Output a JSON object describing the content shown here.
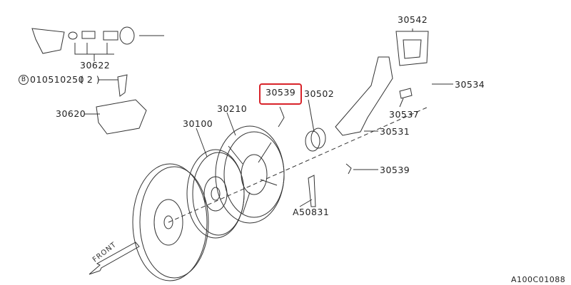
{
  "diagram": {
    "labels": {
      "boot": "30542",
      "pipe_kit": "30622",
      "bolt_prefix": "B",
      "bolt": "010510250",
      "bolt_qty": "( 2 )",
      "operating_cylinder": "30620",
      "spring_clip_top": "30539",
      "release_bearing": "30502",
      "pressure_plate": "30210",
      "clutch_disc": "30100",
      "spring": "30534",
      "pivot": "30537",
      "release_fork": "30531",
      "spring_clip_bottom": "30539",
      "bolt_pp": "A50831",
      "front": "FRONT",
      "figure_id": "A100C01088"
    },
    "highlight_color": "#d8232a"
  }
}
